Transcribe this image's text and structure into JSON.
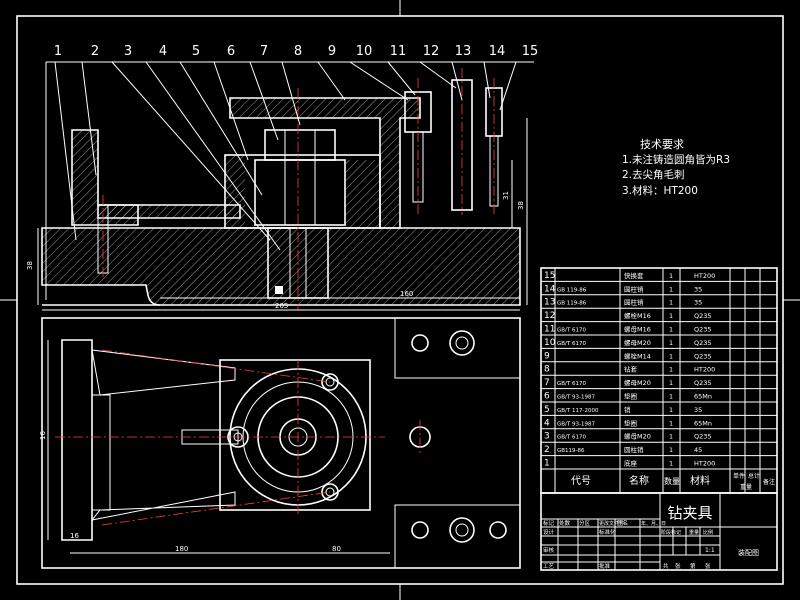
{
  "balloons": [
    "1",
    "2",
    "3",
    "4",
    "5",
    "6",
    "7",
    "8",
    "9",
    "10",
    "11",
    "12",
    "13",
    "14",
    "15"
  ],
  "tech_requirements": {
    "title": "技术要求",
    "items": [
      "1.未注铸造圆角皆为R3",
      "2.去尖角毛刺",
      "3.材料：HT200"
    ]
  },
  "dims": {
    "front_height": "38",
    "front_total": "205",
    "front_sub": "160",
    "right_a": "38",
    "right_b": "31",
    "plan_a": "180",
    "plan_b": "80",
    "plan_left": "16",
    "plan_bottom": "16"
  },
  "bom": [
    {
      "no": "15",
      "code": "",
      "name": "快换套",
      "qty": "1",
      "mat": "HT200"
    },
    {
      "no": "14",
      "code": "GB 119-86",
      "name": "圆柱销",
      "qty": "1",
      "mat": "35"
    },
    {
      "no": "13",
      "code": "GB 119-86",
      "name": "圆柱销",
      "qty": "1",
      "mat": "35"
    },
    {
      "no": "12",
      "code": "",
      "name": "螺栓M16",
      "qty": "1",
      "mat": "Q235"
    },
    {
      "no": "11",
      "code": "GB/T 6170",
      "name": "螺母M16",
      "qty": "1",
      "mat": "Q235"
    },
    {
      "no": "10",
      "code": "GB/T 6170",
      "name": "螺母M20",
      "qty": "1",
      "mat": "Q235"
    },
    {
      "no": "9",
      "code": "",
      "name": "螺栓M14",
      "qty": "1",
      "mat": "Q235"
    },
    {
      "no": "8",
      "code": "",
      "name": "钻套",
      "qty": "1",
      "mat": "HT200"
    },
    {
      "no": "7",
      "code": "GB/T 6170",
      "name": "螺母M20",
      "qty": "1",
      "mat": "Q235"
    },
    {
      "no": "6",
      "code": "GB/T 93-1987",
      "name": "垫圈",
      "qty": "1",
      "mat": "65Mn"
    },
    {
      "no": "5",
      "code": "GB/T 117-2000",
      "name": "销",
      "qty": "1",
      "mat": "35"
    },
    {
      "no": "4",
      "code": "GB/T 93-1987",
      "name": "垫圈",
      "qty": "1",
      "mat": "65Mn"
    },
    {
      "no": "3",
      "code": "GB/T 6170",
      "name": "螺母M20",
      "qty": "1",
      "mat": "Q235"
    },
    {
      "no": "2",
      "code": "GB119-86",
      "name": "圆柱销",
      "qty": "1",
      "mat": "45"
    },
    {
      "no": "1",
      "code": "",
      "name": "底座",
      "qty": "1",
      "mat": "HT200"
    }
  ],
  "bom_header": {
    "code": "代号",
    "name": "名称",
    "qty": "数量",
    "mat": "材料",
    "weight_single": "单件",
    "weight_total": "总计",
    "weight": "重量",
    "remark": "备注"
  },
  "title_block": {
    "title": "钻夹具",
    "scale": "1:1",
    "scale_label": "比例",
    "drawing_no": "装配图",
    "row_labels": [
      "标记",
      "设计",
      "审核",
      "工艺"
    ],
    "col_labels": [
      "处数",
      "分区",
      "更改文件号",
      "签名",
      "年、月、日"
    ],
    "stage_labels": [
      "阶段标记",
      "重量",
      "比例"
    ],
    "sheet_labels": [
      "共",
      "张",
      "第",
      "张"
    ],
    "approve": "批准",
    "std": "标准化"
  }
}
